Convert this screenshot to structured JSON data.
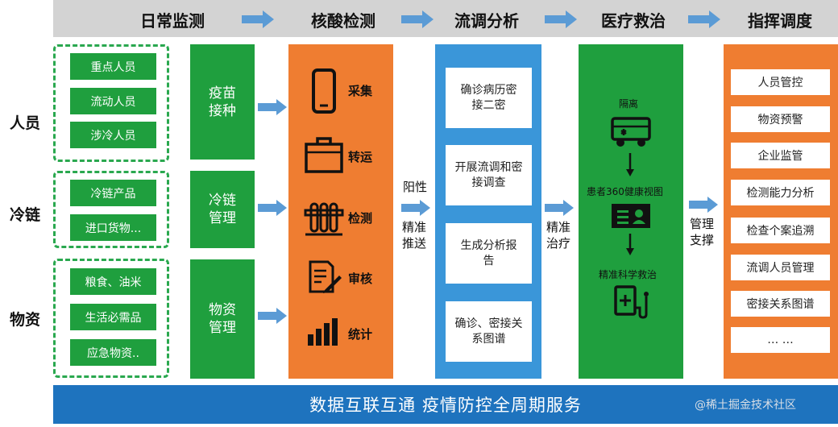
{
  "header": {
    "stages": [
      "日常监测",
      "核酸检测",
      "流调分析",
      "医疗救治",
      "指挥调度"
    ]
  },
  "rows": {
    "labels": [
      "人员",
      "冷链",
      "物资"
    ]
  },
  "monitor_groups": {
    "people": [
      "重点人员",
      "流动人员",
      "涉冷人员"
    ],
    "coldchain": [
      "冷链产品",
      "进口货物..."
    ],
    "supplies": [
      "粮食、油米",
      "生活必需品",
      "应急物资.."
    ]
  },
  "actions": {
    "vaccination": "疫苗接种",
    "coldchain_mgmt": "冷链管理",
    "supply_mgmt": "物资管理"
  },
  "nucleic": {
    "steps": [
      "采集",
      "转运",
      "检测",
      "审核",
      "统计"
    ]
  },
  "transitions": {
    "positive": "阳性",
    "precise_push": "精准推送",
    "precise_treat": "精准治疗",
    "mgmt_support": "管理支撑"
  },
  "epi": {
    "items": [
      "确诊病历密接二密",
      "开展流调和密接调查",
      "生成分析报告",
      "确诊、密接关系图谱"
    ]
  },
  "treatment": {
    "isolation": "隔离",
    "health_view": "患者360健康视图",
    "precise_rescue": "精准科学救治"
  },
  "command": {
    "items": [
      "人员管控",
      "物资预警",
      "企业监管",
      "检测能力分析",
      "检查个案追溯",
      "流调人员管理",
      "密接关系图谱",
      "… …"
    ]
  },
  "footer": {
    "text": "数据互联互通   疫情防控全周期服务",
    "watermark": "@稀土掘金技术社区"
  },
  "colors": {
    "green": "#1f9f3e",
    "orange": "#ef7d31",
    "blue": "#3a96d9",
    "footer_blue": "#1e73be",
    "arrow_blue": "#5b9bd5",
    "header_gray": "#d3d3d3"
  }
}
